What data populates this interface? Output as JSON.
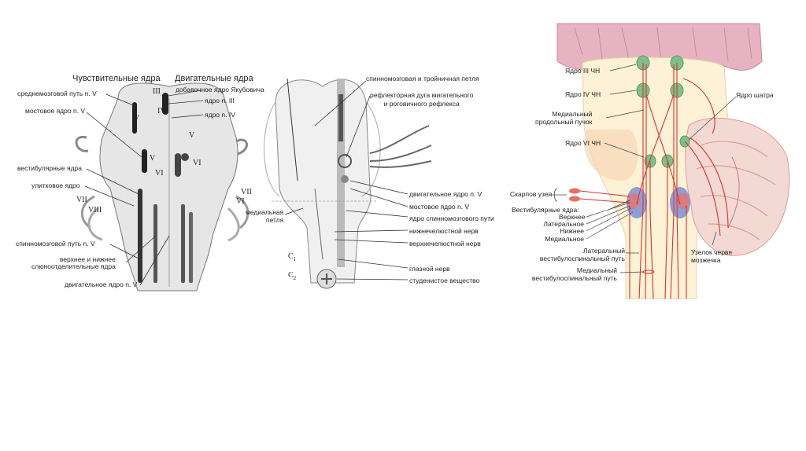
{
  "left_figure": {
    "heading_sensory": "Чувствительные ядра",
    "heading_motor": "Двигательные ядра",
    "labels": {
      "midbrain_path": "среднемозговой путь n. V",
      "pontine_nucleus": "мостовое ядро n. V",
      "vestibular": "вестибулярные ядра",
      "cochlear": "улитковое ядро",
      "spinal_path": "спинномозговой путь n. V",
      "salivary": "верхнее и нижнее\nслюноотделительные ядра",
      "motor_v": "двигательное ядро n. V",
      "yakubovich": "добавочное ядро Якубовича",
      "nucleus_iii": "ядро n. III",
      "nucleus_iv": "ядро n. IV"
    },
    "numerals": {
      "iii": "III",
      "iv": "IV",
      "v_top": "V",
      "v_left": "V",
      "vi_left": "VI",
      "v_right": "V",
      "vi_right": "VI",
      "vii_left": "VII",
      "viii_left": "VIII",
      "vii_right": "VII",
      "vi_r2": "VI"
    }
  },
  "middle_figure": {
    "labels": {
      "spinal_trigeminal_loop": "спинномозговая и тройничная петля",
      "reflex_arc": "рефлекторная дуга мигательного\nи роговичного рефлекса",
      "medial_loop": "медиальная\nпетля",
      "motor_v": "двигательное ядро n. V",
      "pontine_v": "мостовое ядро n. V",
      "spinal_path_nucleus": "ядро спинномозгового пути",
      "mandibular": "нижнечелюстной нерв",
      "maxillary": "верхнечелюстной нерв",
      "ophthalmic": "глазной нерв",
      "gelatinous": "студенистое вещество",
      "c1": "C",
      "c1_sub": "1",
      "c2": "C",
      "c2_sub": "2"
    }
  },
  "right_figure": {
    "labels": {
      "nucleus_iii": "Ядро III ЧН",
      "nucleus_iv": "Ядро IV ЧН",
      "mlf": "Медиальный\nпродольный пучок",
      "nucleus_vi": "Ядро VI ЧН",
      "scarpa": "Скарпов узел",
      "vestibular_nuclei": "Вестибулярные ядра:",
      "superior": "Верхнее",
      "lateral": "Латеральное",
      "inferior": "Нижнее",
      "medial": "Медиальное",
      "lateral_vs_tract": "Латеральный\nвестибулоспинальный путь",
      "medial_vs_tract": "Медиальный\nвестибулоспинальный путь",
      "fastigial": "Ядро шатра",
      "nodulus": "Узелок червя\nмозжечка"
    },
    "colors": {
      "brainstem": "#fdf1d6",
      "cortex": "#e7b3c3",
      "nucleus_green": "#7fbf8a",
      "vestibular_blue": "#7c8fd6",
      "pathway_red": "#d9342b",
      "cerebellum": "#f3d9d3"
    }
  }
}
